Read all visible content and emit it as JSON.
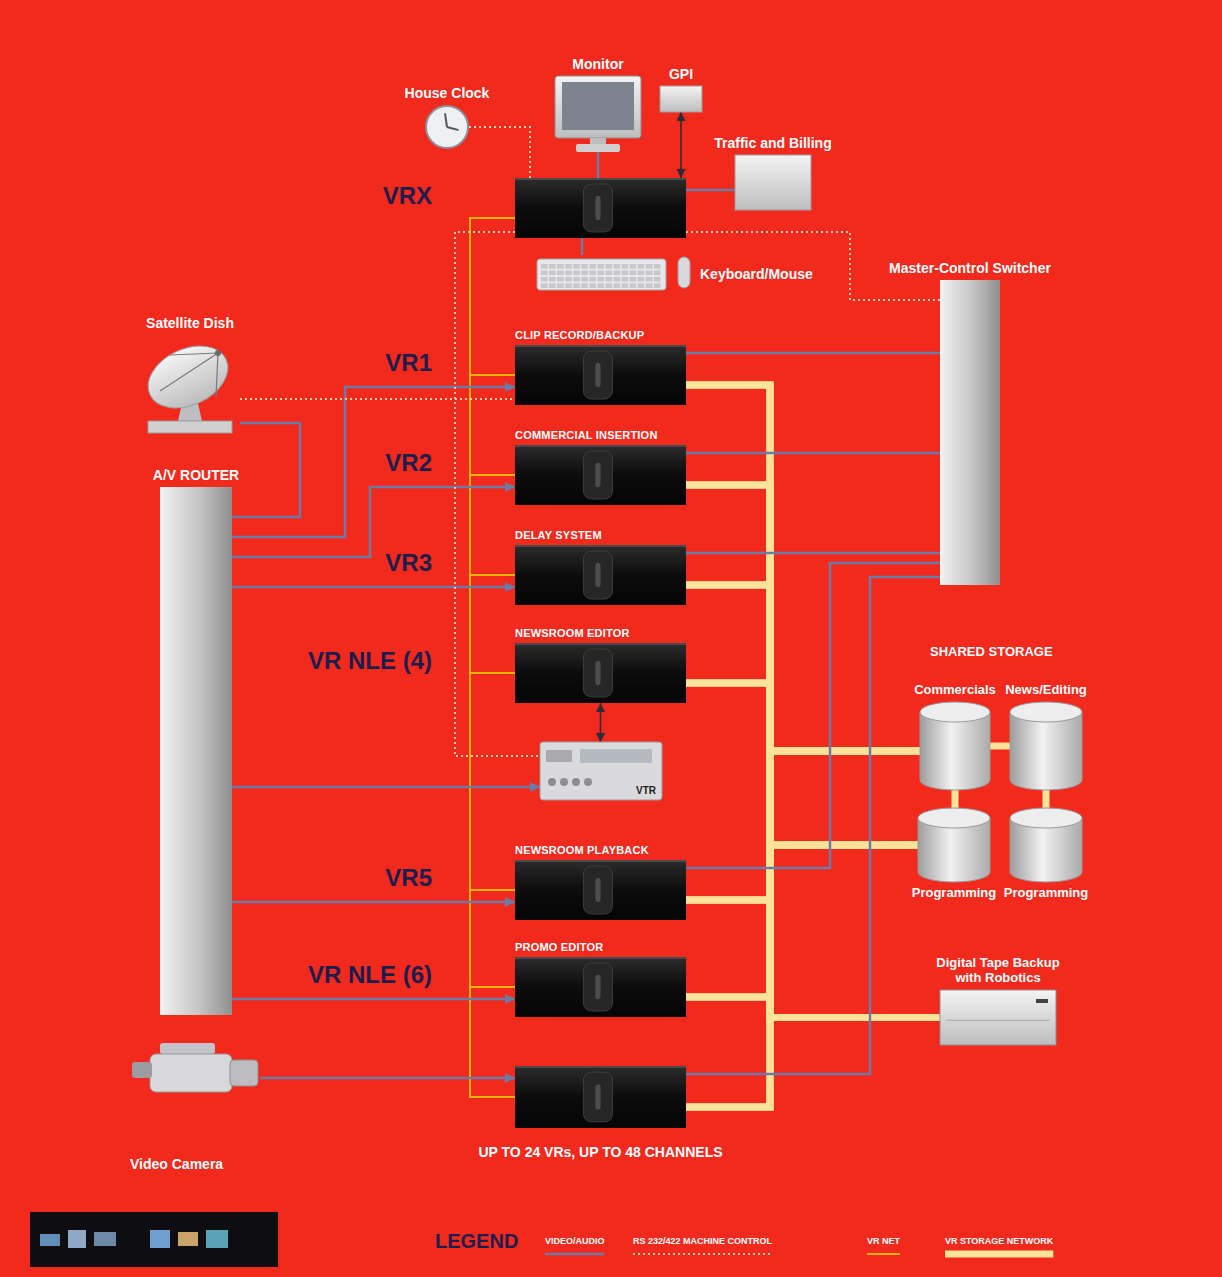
{
  "diagram": {
    "nodes": [
      {
        "text": [
          "House Clock"
        ]
      },
      {
        "text": [
          "Monitor"
        ]
      },
      {
        "text": [
          "GPI"
        ]
      },
      {
        "text": [
          "Traffic and Billing"
        ]
      },
      {
        "text": [
          "VRX"
        ]
      },
      {
        "text": [
          "Keyboard/Mouse"
        ]
      },
      {
        "text": [
          "Master-Control Switcher"
        ]
      },
      {
        "text": [
          "Satellite Dish"
        ]
      },
      {
        "text": [
          "A/V ROUTER"
        ]
      },
      {
        "text": [
          "CLIP RECORD/BACKUP",
          "VR1"
        ]
      },
      {
        "text": [
          "COMMERCIAL INSERTION",
          "VR2"
        ]
      },
      {
        "text": [
          "DELAY SYSTEM",
          "VR3"
        ]
      },
      {
        "text": [
          "NEWSROOM EDITOR",
          "VR NLE (4)"
        ]
      },
      {
        "text": [
          "VTR"
        ]
      },
      {
        "text": [
          "NEWSROOM PLAYBACK",
          "VR5"
        ]
      },
      {
        "text": [
          "PROMO EDITOR",
          "VR NLE (6)"
        ]
      },
      {
        "text": [
          "UP TO 24 VRs, UP TO 48 CHANNELS"
        ]
      },
      {
        "text": [
          "Commercials"
        ]
      },
      {
        "text": [
          "News/Editing"
        ]
      },
      {
        "text": [
          "Programming"
        ]
      },
      {
        "text": [
          "Programming"
        ]
      },
      {
        "text": [
          "Digital Tape Backup with Robotics"
        ]
      },
      {
        "text": [
          "Video Camera"
        ]
      }
    ],
    "edges": [
      {
        "from": 0,
        "to": 4,
        "arrow": "none"
      },
      {
        "from": 1,
        "to": 4,
        "arrow": "none"
      },
      {
        "from": 2,
        "to": 4,
        "arrow": "both"
      },
      {
        "from": 4,
        "to": 3,
        "arrow": "none"
      },
      {
        "from": 4,
        "to": 5,
        "arrow": "none"
      },
      {
        "from": 4,
        "to": 6,
        "arrow": "none"
      },
      {
        "from": 4,
        "to": 13,
        "arrow": "none"
      },
      {
        "from": 7,
        "to": 9,
        "arrow": "none"
      },
      {
        "from": 7,
        "to": 8,
        "arrow": "none"
      },
      {
        "from": 8,
        "to": 9,
        "arrow": "to"
      },
      {
        "from": 8,
        "to": 10,
        "arrow": "to"
      },
      {
        "from": 8,
        "to": 11,
        "arrow": "to"
      },
      {
        "from": 8,
        "to": 13,
        "arrow": "to"
      },
      {
        "from": 8,
        "to": 14,
        "arrow": "to"
      },
      {
        "from": 8,
        "to": 15,
        "arrow": "to"
      },
      {
        "from": 12,
        "to": 13,
        "arrow": "both"
      },
      {
        "from": 22,
        "to": 16,
        "arrow": "to"
      },
      {
        "from": 4,
        "to": 9,
        "arrow": "none"
      },
      {
        "from": 4,
        "to": 10,
        "arrow": "none"
      },
      {
        "from": 4,
        "to": 11,
        "arrow": "none"
      },
      {
        "from": 4,
        "to": 12,
        "arrow": "none"
      },
      {
        "from": 4,
        "to": 14,
        "arrow": "none"
      },
      {
        "from": 4,
        "to": 15,
        "arrow": "none"
      },
      {
        "from": 4,
        "to": 16,
        "arrow": "none"
      },
      {
        "from": 9,
        "to": 6,
        "arrow": "none"
      },
      {
        "from": 10,
        "to": 6,
        "arrow": "none"
      },
      {
        "from": 11,
        "to": 6,
        "arrow": "none"
      },
      {
        "from": 14,
        "to": 6,
        "arrow": "none"
      },
      {
        "from": 16,
        "to": 6,
        "arrow": "none"
      },
      {
        "from": 9,
        "to": 17,
        "arrow": "none"
      },
      {
        "from": 9,
        "to": 19,
        "arrow": "none"
      },
      {
        "from": 9,
        "to": 21,
        "arrow": "none"
      },
      {
        "from": 10,
        "to": 17,
        "arrow": "none"
      },
      {
        "from": 10,
        "to": 19,
        "arrow": "none"
      },
      {
        "from": 10,
        "to": 21,
        "arrow": "none"
      },
      {
        "from": 11,
        "to": 17,
        "arrow": "none"
      },
      {
        "from": 11,
        "to": 19,
        "arrow": "none"
      },
      {
        "from": 11,
        "to": 21,
        "arrow": "none"
      },
      {
        "from": 12,
        "to": 17,
        "arrow": "none"
      },
      {
        "from": 12,
        "to": 19,
        "arrow": "none"
      },
      {
        "from": 12,
        "to": 21,
        "arrow": "none"
      },
      {
        "from": 14,
        "to": 17,
        "arrow": "none"
      },
      {
        "from": 14,
        "to": 19,
        "arrow": "none"
      },
      {
        "from": 14,
        "to": 21,
        "arrow": "none"
      },
      {
        "from": 15,
        "to": 17,
        "arrow": "none"
      },
      {
        "from": 15,
        "to": 19,
        "arrow": "none"
      },
      {
        "from": 15,
        "to": 21,
        "arrow": "none"
      },
      {
        "from": 16,
        "to": 17,
        "arrow": "none"
      },
      {
        "from": 16,
        "to": 19,
        "arrow": "none"
      },
      {
        "from": 16,
        "to": 21,
        "arrow": "none"
      },
      {
        "from": 17,
        "to": 18,
        "arrow": "none"
      },
      {
        "from": 17,
        "to": 19,
        "arrow": "none"
      },
      {
        "from": 18,
        "to": 20,
        "arrow": "none"
      }
    ],
    "labels": [
      "SHARED STORAGE",
      "LEGEND"
    ],
    "legend": [
      {
        "text": "VIDEO/AUDIO"
      },
      {
        "text": "RS 232/422 MACHINE CONTROL"
      },
      {
        "text": "VR NET"
      },
      {
        "text": "VR STORAGE NETWORK"
      }
    ]
  }
}
